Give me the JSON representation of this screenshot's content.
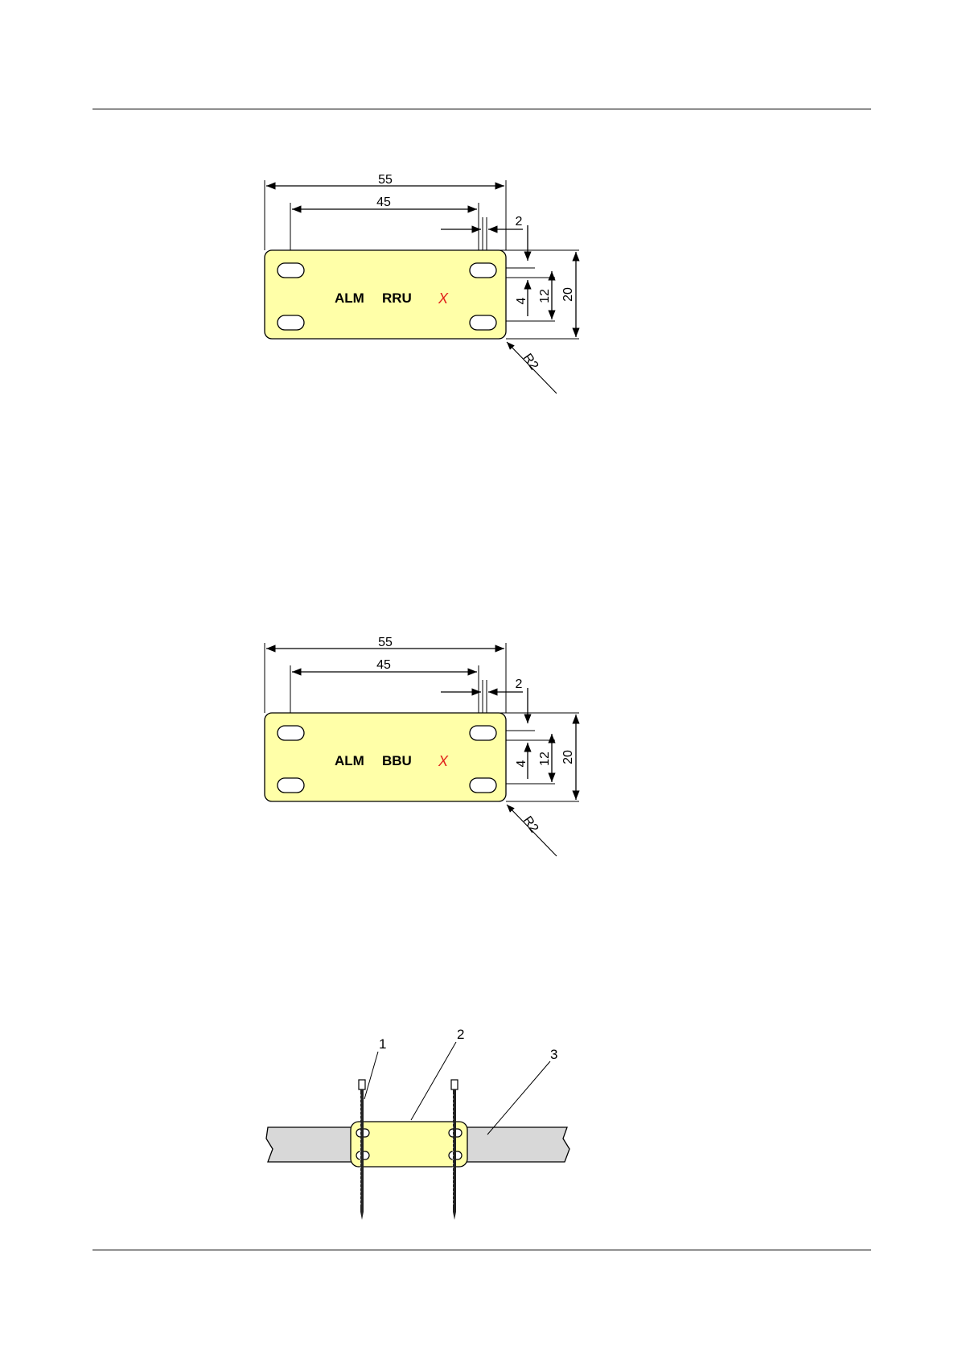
{
  "figure_rru": {
    "dimensions": {
      "total_length": "55",
      "hole_pitch": "45",
      "hole_offset": "2",
      "slot_height": "4",
      "hole_spacing": "12",
      "height": "20",
      "corner_radius": "R2"
    },
    "label": {
      "left_text": "ALM",
      "right_text": "RRU",
      "mark": "X"
    }
  },
  "figure_bbu": {
    "dimensions": {
      "total_length": "55",
      "hole_pitch": "45",
      "hole_offset": "2",
      "slot_height": "4",
      "hole_spacing": "12",
      "height": "20",
      "corner_radius": "R2"
    },
    "label": {
      "left_text": "ALM",
      "right_text": "BBU",
      "mark": "X"
    }
  },
  "figure_install": {
    "callouts": [
      "1",
      "2",
      "3"
    ]
  },
  "colors": {
    "label_fill": "#ffffa8",
    "cable_fill": "#d8d8d8",
    "mark_color": "#e0201a"
  }
}
